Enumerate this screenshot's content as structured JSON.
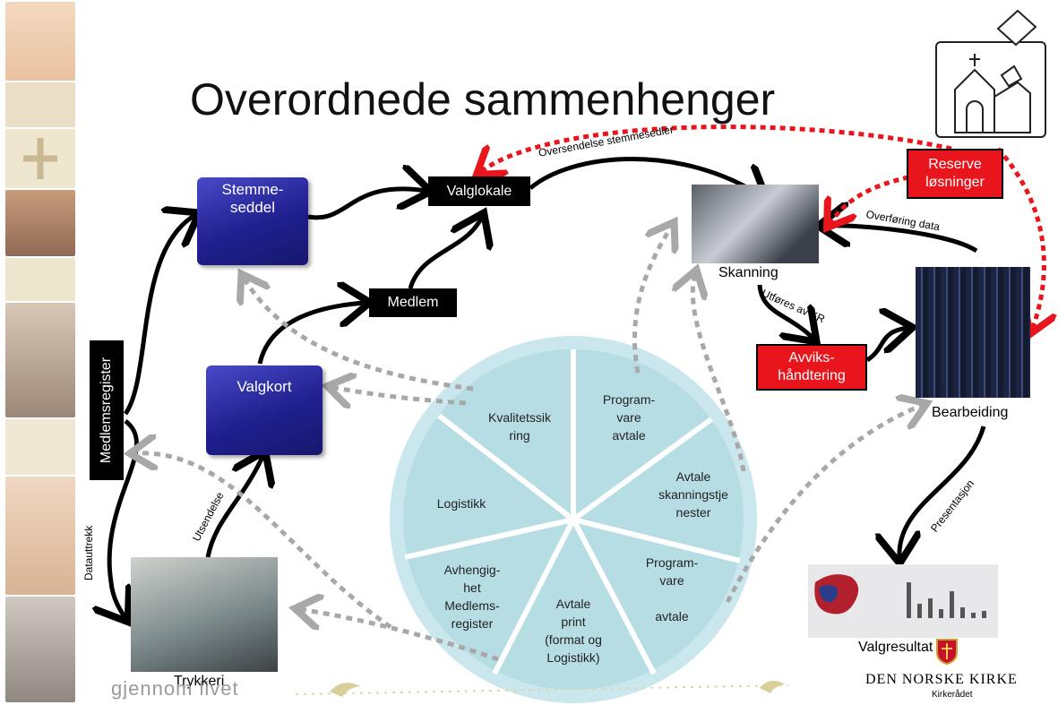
{
  "title": "Overordnede sammenhenger",
  "boxes": {
    "stemmeseddel": "Stemme-\nseddel",
    "valgkort": "Valgkort",
    "valglokale": "Valglokale",
    "medlem": "Medlem",
    "medlemsregister": "Medlemsregister",
    "reserve": "Reserve\nløsninger",
    "avvik": "Avviks-\nhåndtering"
  },
  "nodes": {
    "skanning": "Skanning",
    "bearbeiding": "Bearbeiding",
    "valgresultat": "Valgresultat",
    "trykkeri": "Trykkeri"
  },
  "edge_labels": {
    "oversendelse": "Oversendelse stemmesedler",
    "overforing": "Overføring data",
    "utfores": "Utføres av KR",
    "presentasjon": "Presentasjon",
    "utsendelse": "Utsendelse",
    "datauttrekk": "Datauttrekk"
  },
  "wheel_segments": [
    "Kvalitetssik\nring",
    "Program-\nvare\navtale",
    "Avtale\nskanningstje\nnester",
    "Program-\nvare\n\navtale",
    "Avtale\nprint\n(format og\nLogistikk)",
    "Avhengig-\nhet\nMedlems-\nregister",
    "Logistikk"
  ],
  "footer": {
    "slogan": "gjennom livet",
    "org": "DEN NORSKE KIRKE",
    "org_sub": "Kirkerådet"
  },
  "colors": {
    "blue_box": "#2a2aa6",
    "red_box": "#e8161c",
    "wheel": "#b8dfe6",
    "dashed_red": "#e8161c",
    "dashed_gray": "#a8a8a8"
  }
}
